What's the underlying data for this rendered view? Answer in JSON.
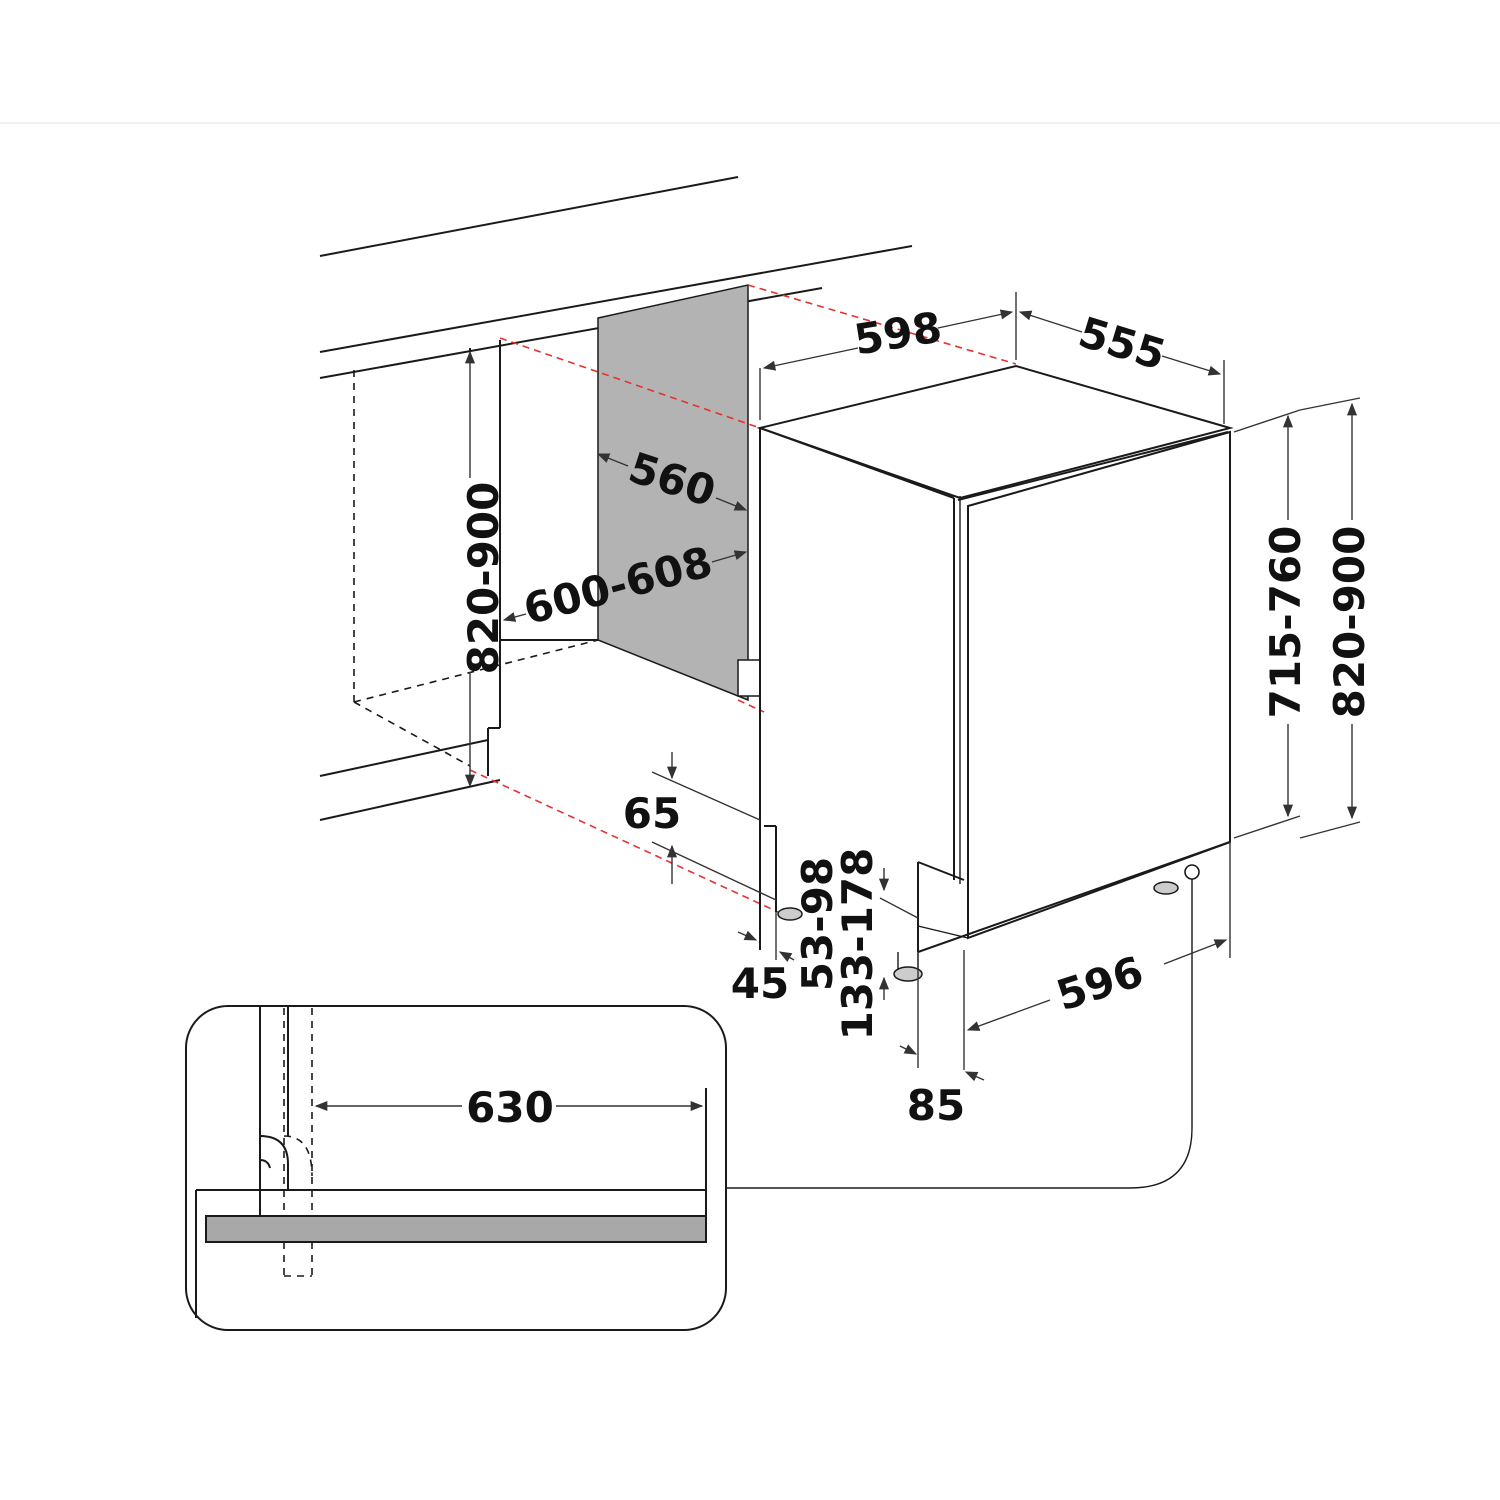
{
  "diagram": {
    "dimensions": {
      "top_width": "598",
      "top_depth": "555",
      "niche_depth": "560",
      "niche_height": "820-900",
      "niche_width": "600-608",
      "toe_height": "65",
      "toe_offset": "45",
      "foot_range_front": "53-98",
      "foot_range_rear": "133-178",
      "appliance_width": "596",
      "door_offset": "85",
      "appliance_height": "715-760",
      "total_height": "820-900",
      "detail_clearance": "630"
    },
    "colors": {
      "line": "#1a1a1a",
      "reference_dash": "#e8312f",
      "panel_fill": "#b3b3b3"
    }
  }
}
